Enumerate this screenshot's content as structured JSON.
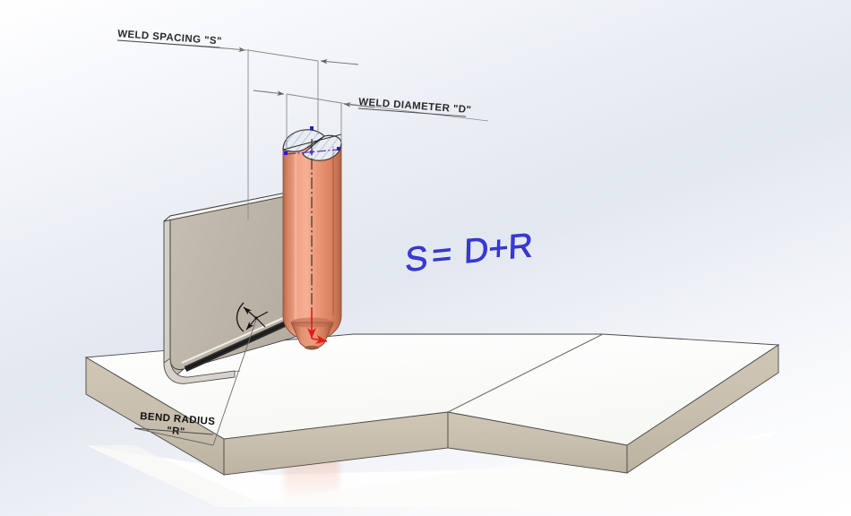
{
  "scene": {
    "type": "cad-3d-technical-illustration",
    "application_look": "solidworks-shaded-model-with-annotations",
    "background_style": "light-blue-grey-radial-gradient"
  },
  "annotations": {
    "weld_spacing_label": "WELD SPACING \"S\"",
    "weld_diameter_label": "WELD DIAMETER \"D\"",
    "bend_radius_label_line1": "BEND RADIUS",
    "bend_radius_label_line2": "\"R\"",
    "formula": "S = D+R"
  },
  "formula_parts": {
    "s": "S",
    "equals": "=",
    "d_plus_r": "D+R"
  },
  "colors": {
    "formula_blue": "#3a3ad8",
    "dimension_line": "#6f6f6f",
    "annotation_text": "#2a2a2a",
    "copper_light": "#f2a184",
    "copper_mid": "#e08a68",
    "copper_dark": "#c06a4c",
    "copper_edge": "#a85a40",
    "plate_top": "#fdfdfb",
    "plate_edge": "#c9c0af",
    "plate_edge_dark": "#b4ab99",
    "flange_face": "#bdb5a8",
    "flange_top": "#f2f0ec",
    "section_hatch": "#8a95a8",
    "section_fill": "#e3e8f0",
    "outline": "#3b3b3b",
    "axis_line": "#2b2b2b",
    "origin_red": "#e01b1b",
    "diameter_blue": "#5b2fd0",
    "shadow_line": "#2b2b2b"
  },
  "parts": [
    {
      "name": "copper-weld-electrode",
      "description": "cylindrical copper electrode with conical tip and sectioned top face"
    },
    {
      "name": "bent-sheet-metal-flange",
      "description": "upright sheet metal wall with bend radius at base"
    },
    {
      "name": "base-plate-left",
      "description": "lower white base plate"
    },
    {
      "name": "base-plate-right",
      "description": "second overlapping plate to the right"
    }
  ],
  "markers": {
    "origin_marker": "red-origin-arrow",
    "center_axis": "dash-dot-centerline",
    "diameter_dim": "blue-diameter-dimension",
    "radius_arc": "bend-radius-arc-arrow"
  }
}
